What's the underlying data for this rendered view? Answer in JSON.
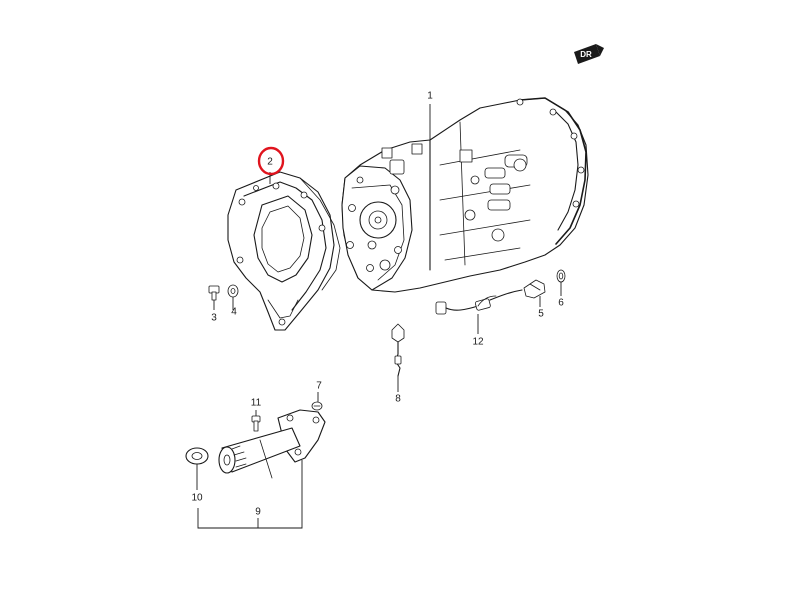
{
  "diagram": {
    "callouts": [
      {
        "id": "1",
        "label": "1"
      },
      {
        "id": "2",
        "label": "2"
      },
      {
        "id": "3",
        "label": "3"
      },
      {
        "id": "4",
        "label": "4"
      },
      {
        "id": "5",
        "label": "5"
      },
      {
        "id": "6",
        "label": "6"
      },
      {
        "id": "7",
        "label": "7"
      },
      {
        "id": "8",
        "label": "8"
      },
      {
        "id": "9",
        "label": "9"
      },
      {
        "id": "10",
        "label": "10"
      },
      {
        "id": "11",
        "label": "11"
      },
      {
        "id": "12",
        "label": "12"
      }
    ],
    "direction_badge": "DR",
    "highlighted_callout": "2",
    "highlight_color": "#e0141e"
  }
}
